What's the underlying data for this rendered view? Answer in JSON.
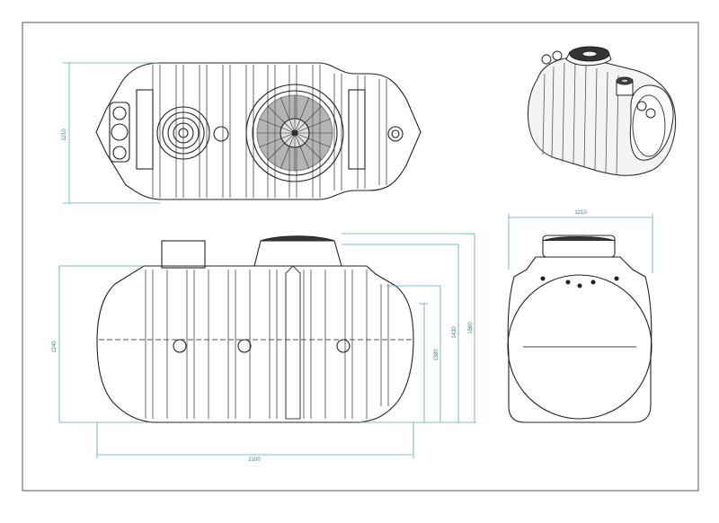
{
  "drawing": {
    "line_color": "#1f1f1f",
    "dimension_color": "#5aa6b3",
    "background": "#ffffff"
  },
  "dimensions": {
    "top_view_width": "1210",
    "length": "2100",
    "height_overall": "1560",
    "height_inlet": "1430",
    "height_outlet": "1380",
    "height_body": "1240",
    "end_view_width": "1210"
  }
}
